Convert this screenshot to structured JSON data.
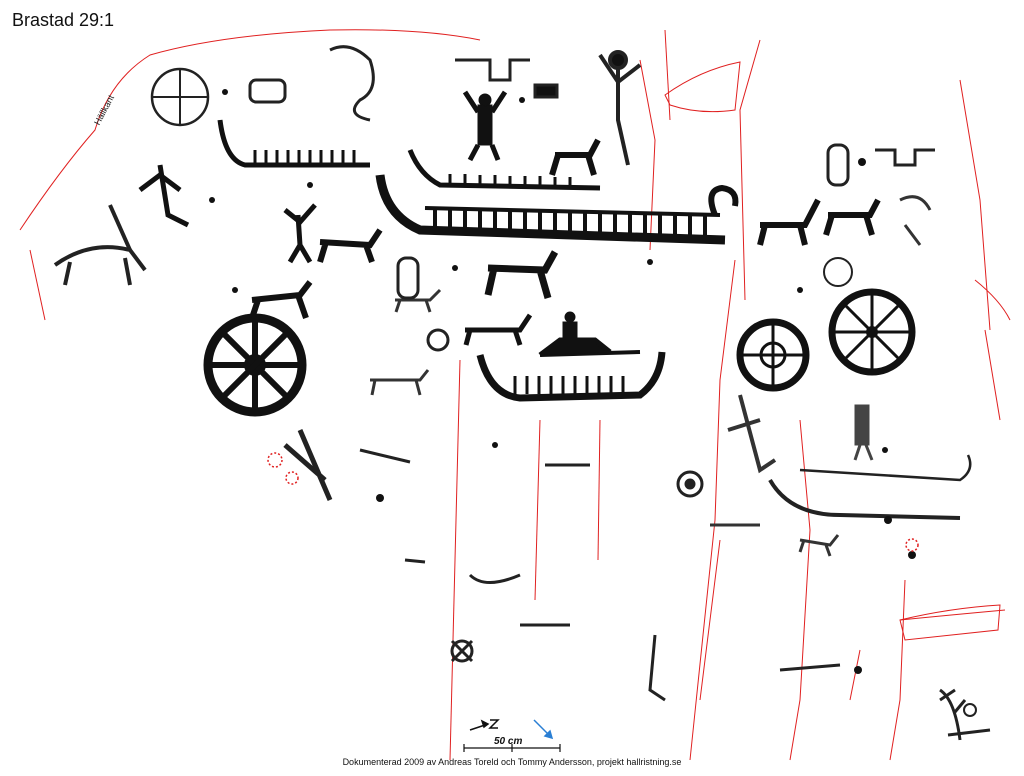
{
  "title": "Brastad 29:1",
  "edge_label": "Hällkant",
  "scale": {
    "label": "50 cm"
  },
  "credit": "Dokumenterad 2009 av Andreas Toreld och Tommy Andersson, projekt hallristning.se",
  "colors": {
    "figure": "#111111",
    "rock_edge": "#e02020",
    "scale_arrow": "#2a7fd4"
  }
}
